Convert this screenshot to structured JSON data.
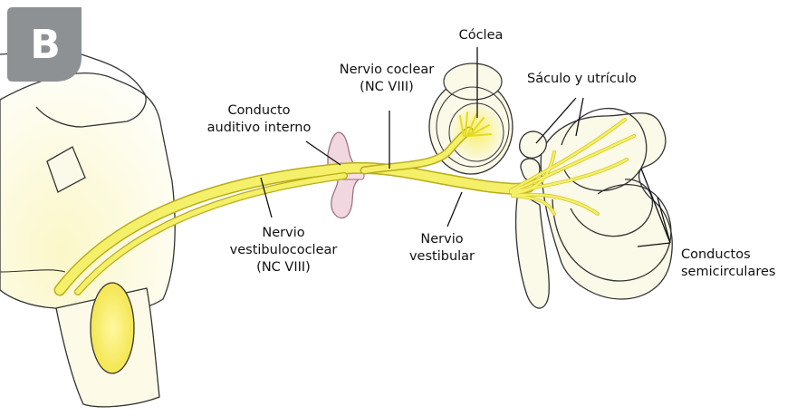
{
  "panel_letter": "B",
  "colors": {
    "nerve": "#f5f06a",
    "nerve_edge": "#b9ad18",
    "tissue_fill": "#fbf9e7",
    "tissue_edge": "#333333",
    "meatus_fill": "#f1d7df",
    "meatus_edge": "#9a6b78",
    "badge": "#8e9193",
    "cochlea_glow": "#f6f27a"
  },
  "labels": {
    "coclea": "Cóclea",
    "nervio_coclear": [
      "Nervio coclear",
      "(NC VIII)"
    ],
    "saculo_utriculo": "Sáculo y utrículo",
    "conducto_auditivo": [
      "Conducto",
      "auditivo interno"
    ],
    "nervio_vestibulococlear": [
      "Nervio",
      "vestibulococlear",
      "(NC VIII)"
    ],
    "nervio_vestibular": [
      "Nervio",
      "vestibular"
    ],
    "conductos_semicirculares": [
      "Conductos",
      "semicirculares"
    ]
  }
}
